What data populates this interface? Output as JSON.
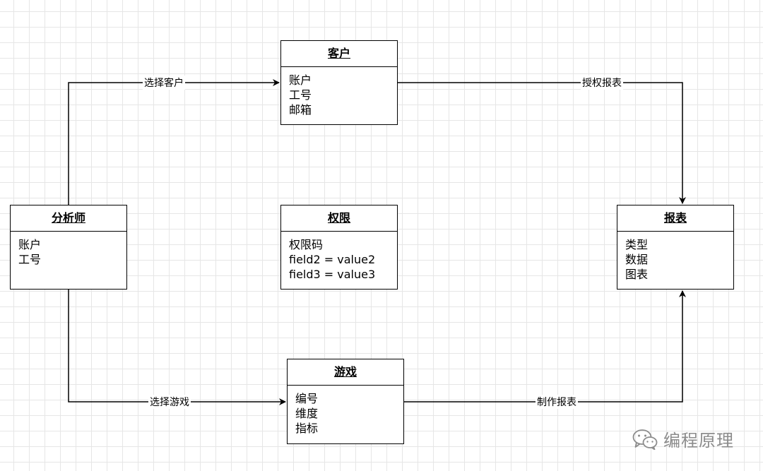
{
  "entities": {
    "customer": {
      "title": "客户",
      "fields": [
        "账户",
        "工号",
        "邮箱"
      ]
    },
    "analyst": {
      "title": "分析师",
      "fields": [
        "账户",
        "工号"
      ]
    },
    "permission": {
      "title": "权限",
      "fields": [
        "权限码",
        "field2 = value2",
        "field3 = value3"
      ]
    },
    "report": {
      "title": "报表",
      "fields": [
        "类型",
        "数据",
        "图表"
      ]
    },
    "game": {
      "title": "游戏",
      "fields": [
        "编号",
        "维度",
        "指标"
      ]
    }
  },
  "edges": {
    "select_customer": "选择客户",
    "authorize_report": "授权报表",
    "select_game": "选择游戏",
    "make_report": "制作报表"
  },
  "watermark": {
    "text": "编程原理",
    "icon": "wechat-icon"
  },
  "colors": {
    "line": "#000000",
    "grid": "#e6e6e6",
    "watermark": "#8c8c8c"
  }
}
